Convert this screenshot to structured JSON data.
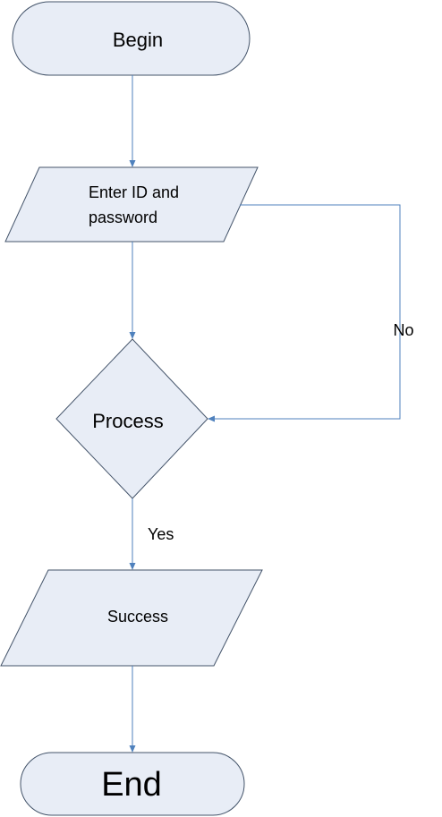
{
  "nodes": {
    "begin": "Begin",
    "enter_line1": "Enter ID and",
    "enter_line2": "password",
    "process": "Process",
    "success": "Success",
    "end": "End"
  },
  "edges": {
    "no": "No",
    "yes": "Yes"
  },
  "colors": {
    "shape_fill": "#e8edf6",
    "shape_stroke": "#44546a",
    "connector": "#4f81bd"
  }
}
